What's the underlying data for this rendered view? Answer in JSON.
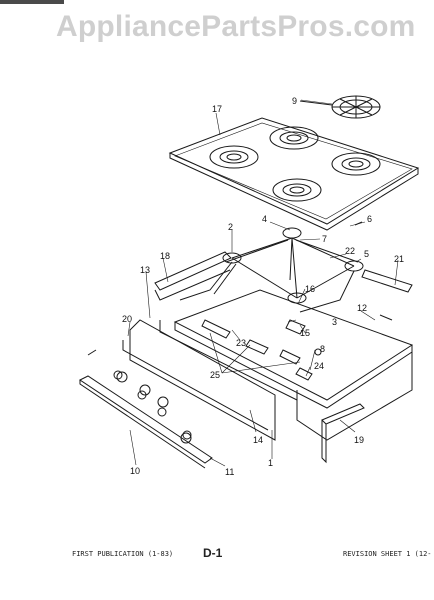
{
  "header": {
    "site_title": "AppliancePartsPros.com"
  },
  "diagram": {
    "callouts": [
      "17",
      "9",
      "4",
      "6",
      "7",
      "22",
      "5",
      "2",
      "18",
      "13",
      "21",
      "12",
      "16",
      "3",
      "15",
      "20",
      "23",
      "8",
      "24",
      "25",
      "14",
      "1",
      "19",
      "10",
      "11"
    ]
  },
  "footer": {
    "left_text": "FIRST PUBLICATION (1-83)",
    "center_text": "D-1",
    "right_text": "REVISION SHEET 1 (12-"
  },
  "colors": {
    "line": "#1a1a1a",
    "watermark": "#cfcfcf"
  }
}
